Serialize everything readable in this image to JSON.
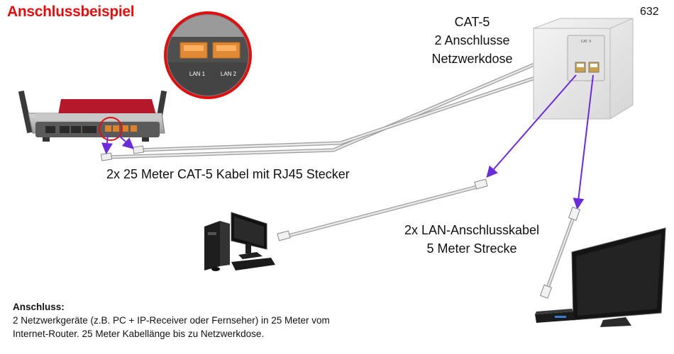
{
  "title": "Anschlussbeispiel",
  "page_number": "632",
  "router_zoom": {
    "port_labels": [
      "LAN 1",
      "LAN 2"
    ]
  },
  "wall_box": {
    "lines": [
      "CAT-5",
      "2 Anschlusse",
      "Netzwerkdose"
    ],
    "port_label": "CAT. 6"
  },
  "cable_label": "2x 25 Meter CAT-5 Kabel mit RJ45 Stecker",
  "lan_cable": {
    "lines": [
      "2x LAN-Anschlusskabel",
      "5 Meter Strecke"
    ]
  },
  "note": {
    "heading": "Anschluss:",
    "lines": [
      "2 Netzwerkgeräte (z.B. PC + IP-Receiver oder Fernseher) in 25 Meter vom",
      "Internet-Router. 25 Meter Kabellänge bis zu Netzwerkdose."
    ]
  },
  "colors": {
    "title": "#e01010",
    "arrow": "#6a2bd9",
    "zoom_ring": "#e01010",
    "router_red": "#b5182a",
    "port_orange": "#d9822b"
  }
}
